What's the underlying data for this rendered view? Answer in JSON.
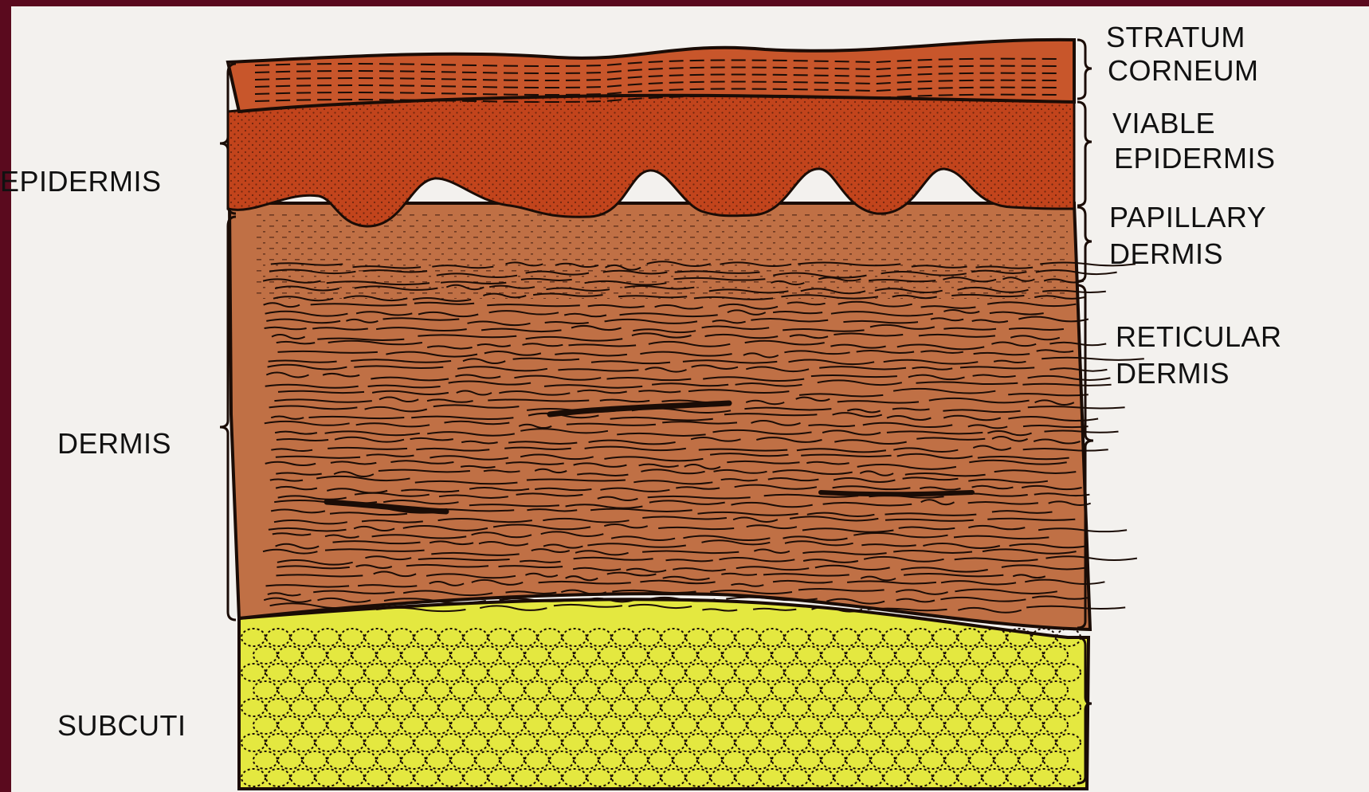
{
  "labels": {
    "left": {
      "epidermis": "EPIDERMIS",
      "dermis": "DERMIS",
      "subcuti": "SUBCUTI"
    },
    "right": {
      "stratum_corneum": [
        "STRATUM",
        "CORNEUM"
      ],
      "viable_epidermis": [
        "VIABLE",
        "EPIDERMIS"
      ],
      "papillary_dermis": [
        "PAPILLARY",
        "DERMIS"
      ],
      "reticular_dermis": [
        "RETICULAR",
        "DERMIS"
      ]
    }
  },
  "colors": {
    "frame": "#5a0a1e",
    "paper": "#f3f1ee",
    "stratum_corneum": "#c8562b",
    "viable_epidermis": "#c2441c",
    "dermis": "#c07045",
    "subcutis": "#e4e840",
    "ink": "#1a0c06"
  }
}
